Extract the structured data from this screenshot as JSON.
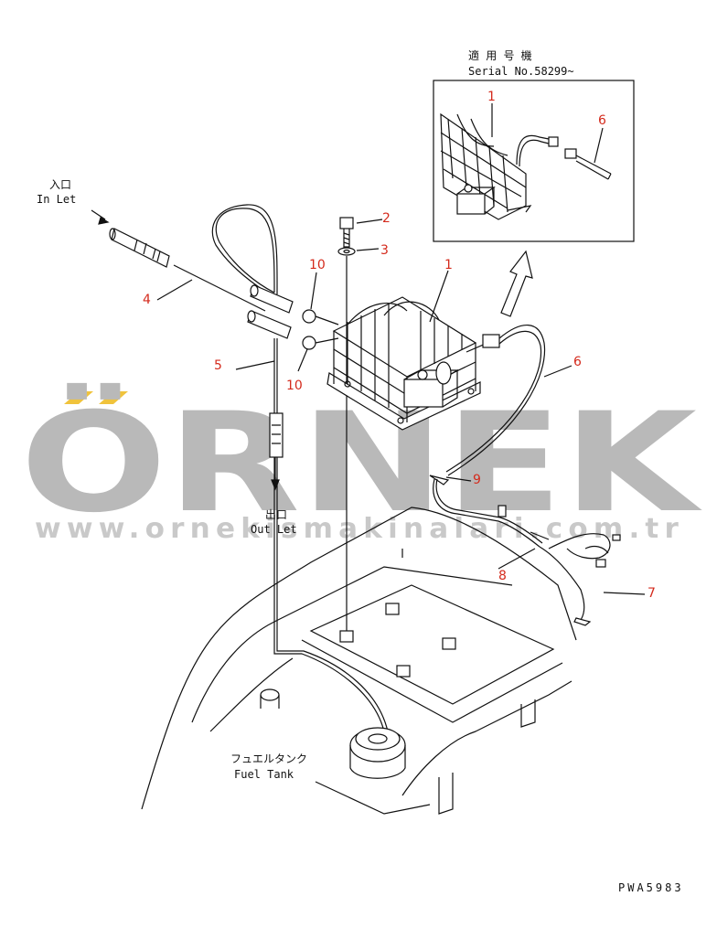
{
  "inset": {
    "title_jp": "適 用 号 機",
    "title_en": "Serial No.58299~",
    "callouts": [
      "1",
      "6"
    ]
  },
  "labels": {
    "inlet_jp": "入口",
    "inlet_en": "In Let",
    "outlet_jp": "出口",
    "outlet_en": "Out Let",
    "fuel_tank_jp": "フュエルタンク",
    "fuel_tank_en": "Fuel Tank",
    "drawing_code": "PWA5983"
  },
  "callouts": {
    "c1": "1",
    "c2": "2",
    "c3": "3",
    "c4": "4",
    "c5": "5",
    "c6": "6",
    "c7": "7",
    "c8": "8",
    "c9": "9",
    "c10a": "10",
    "c10b": "10"
  },
  "watermark": {
    "brand": "ÖRNEK",
    "url": "www.ornekismakinalari.com.tr",
    "accent_color": "#f0c33c",
    "text_color": "#b9b9b9"
  },
  "colors": {
    "callout": "#d42a1c",
    "line": "#111111"
  }
}
